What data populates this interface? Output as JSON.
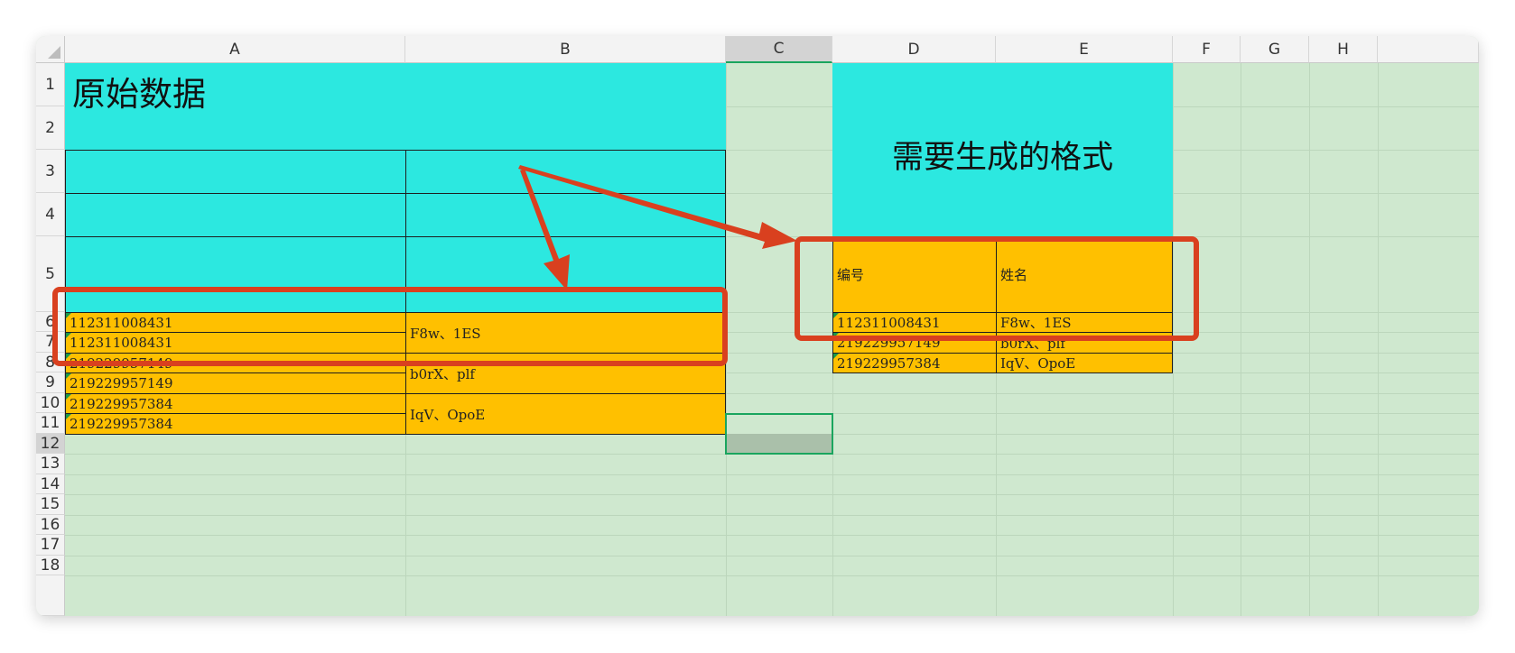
{
  "columns": [
    "A",
    "B",
    "C",
    "D",
    "E",
    "F",
    "G",
    "H"
  ],
  "rows": [
    "1",
    "2",
    "3",
    "4",
    "5",
    "6",
    "7",
    "8",
    "9",
    "10",
    "11",
    "12",
    "13",
    "14",
    "15",
    "16",
    "17",
    "18"
  ],
  "selected_column": "C",
  "selected_row": "12",
  "left_title": "原始数据",
  "right_title": "需要生成的格式",
  "left_table": {
    "ids": [
      "112311008431",
      "112311008431",
      "219229957149",
      "219229957149",
      "219229957384",
      "219229957384"
    ],
    "names": [
      "F8w、1ES",
      "b0rX、plf",
      "IqV、OpoE"
    ]
  },
  "right_table": {
    "headers": [
      "编号",
      "姓名"
    ],
    "rows": [
      {
        "id": "112311008431",
        "name": "F8w、1ES"
      },
      {
        "id": "219229957149",
        "name": "b0rX、plf"
      },
      {
        "id": "219229957384",
        "name": "IqV、OpoE"
      }
    ]
  },
  "colors": {
    "cyan": "#2ce8e0",
    "gold": "#ffc000",
    "annotation_red": "#d9401f",
    "grid_bg": "#cfe8cf",
    "selection_green": "#1aa55e"
  }
}
